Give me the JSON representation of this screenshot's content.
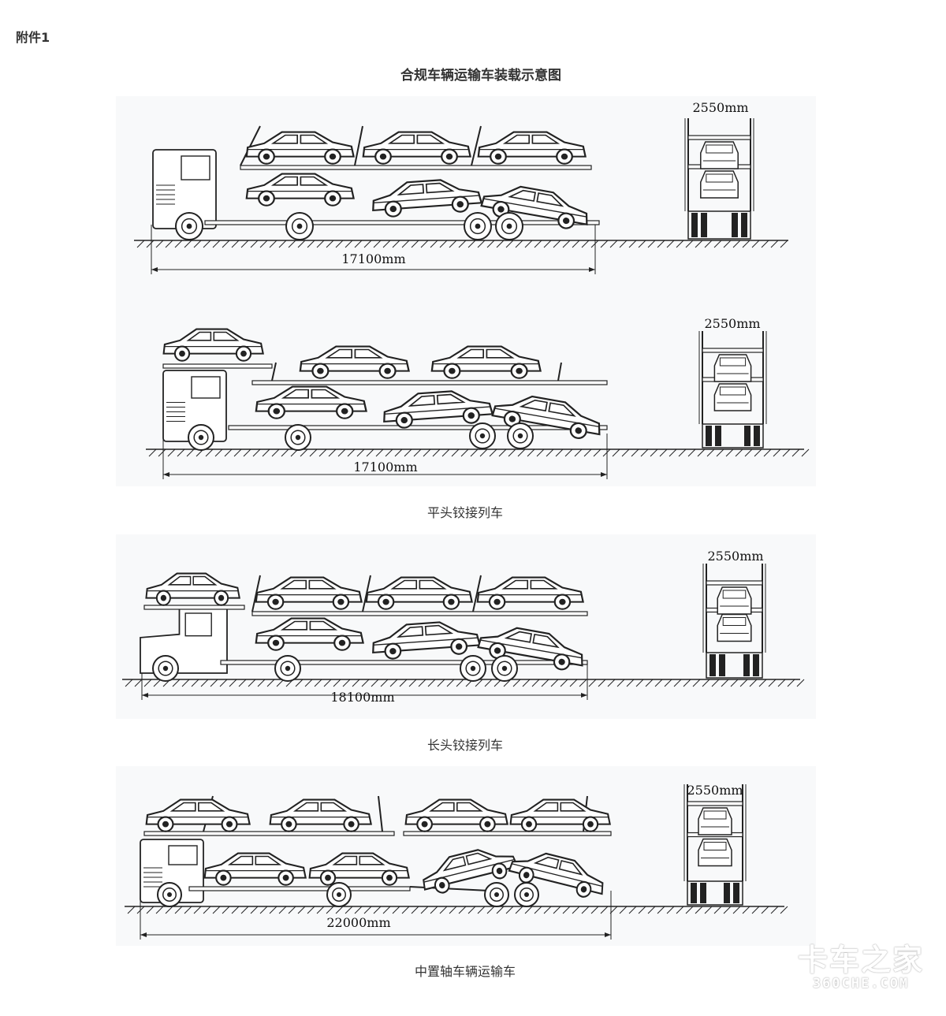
{
  "header": {
    "attachment": "附件1",
    "title": "合规车辆运输车装载示意图"
  },
  "diagrams": [
    {
      "length_label": "17100mm",
      "width_label": "2550mm"
    },
    {
      "length_label": "17100mm",
      "width_label": "2550mm"
    },
    {
      "length_label": "18100mm",
      "width_label": "2550mm"
    },
    {
      "length_label": "22000mm",
      "width_label": "2550mm"
    }
  ],
  "captions": [
    "平头铰接列车",
    "长头铰接列车",
    "中置轴车辆运输车"
  ],
  "watermark": {
    "name": "卡车之家",
    "site": "360CHE.COM"
  }
}
